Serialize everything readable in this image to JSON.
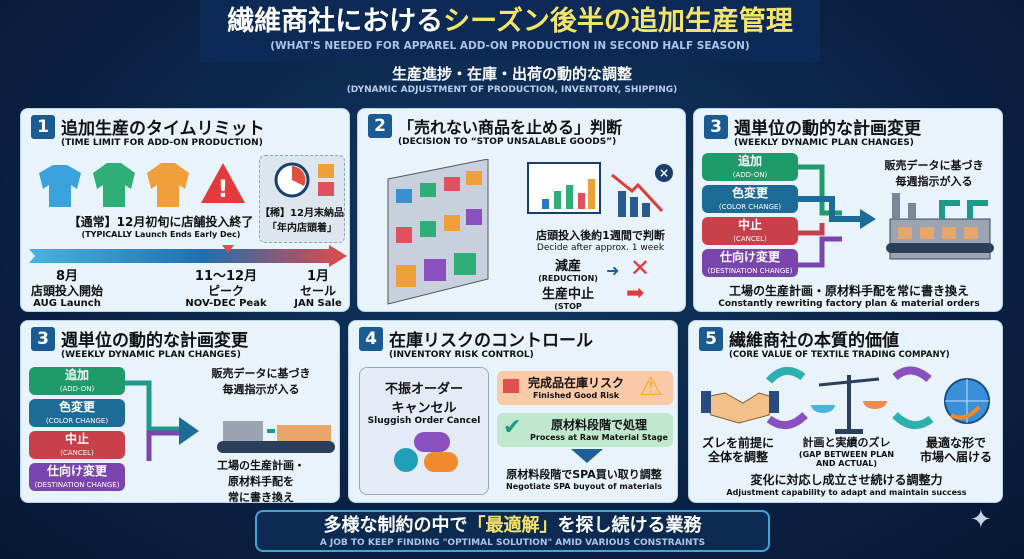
{
  "header": {
    "title_white": "繊維商社における",
    "title_yellow": "シーズン後半の追加生産管理",
    "title_en": "(WHAT'S NEEDED FOR APPAREL ADD-ON PRODUCTION IN SECOND HALF SEASON)",
    "subtitle": "生産進捗・在庫・出荷の動的な調整",
    "subtitle_en": "(DYNAMIC ADJUSTMENT OF PRODUCTION, INVENTORY, SHIPPING)"
  },
  "p1": {
    "num": "1",
    "title": "追加生産のタイムリミット",
    "title_en": "(TIME LIMIT FOR ADD-ON PRODUCTION)",
    "normal": "【通常】12月初旬に店舗投入終了",
    "normal_en": "(TYPICALLY Launch Ends Early Dec)",
    "special1": "【稀】12月末納品",
    "special2": "「年内店頭着」",
    "timeline": [
      {
        "a": "8月",
        "b": "店頭投入開始",
        "c": "AUG Launch"
      },
      {
        "a": "11〜12月",
        "b": "ピーク",
        "c": "NOV-DEC Peak"
      },
      {
        "a": "1月",
        "b": "セール",
        "c": "JAN Sale"
      }
    ]
  },
  "p2": {
    "num": "2",
    "title": "「売れない商品を止める」判断",
    "title_en": "(DECISION TO “STOP UNSALABLE GOODS”)",
    "decide": "店頭投入後約1週間で判断",
    "decide_en": "Decide after approx. 1 week",
    "reduction": "減産",
    "reduction_en": "(REDUCTION)",
    "stop": "生産中止",
    "stop_en": "(STOP PRODUCTION)"
  },
  "p3": {
    "num": "3",
    "title": "週単位の動的な計画変更",
    "title_en": "(WEEKLY DYNAMIC PLAN CHANGES)",
    "tags": [
      {
        "jp": "追加",
        "en": "(ADD-ON)",
        "color": "#1f9a6a"
      },
      {
        "jp": "色変更",
        "en": "(COLOR CHANGE)",
        "color": "#1d6b97"
      },
      {
        "jp": "中止",
        "en": "(CANCEL)",
        "color": "#c8404a"
      },
      {
        "jp": "仕向け変更",
        "en": "(DESTINATION CHANGE)",
        "color": "#7b45b0"
      }
    ],
    "note1": "販売データに基づき",
    "note2": "毎週指示が入る",
    "bottom": "工場の生産計画・原材料手配を常に書き換え",
    "bottom_en": "Constantly rewriting factory plan & material orders"
  },
  "p3b": {
    "num": "3",
    "title": "週単位の動的な計画変更",
    "title_en": "(WEEKLY DYNAMIC PLAN CHANGES)",
    "note1": "販売データに基づき",
    "note2": "毎週指示が入る",
    "bottom1": "工場の生産計画・",
    "bottom2": "原材料手配を",
    "bottom3": "常に書き換え"
  },
  "p4": {
    "num": "4",
    "title": "在庫リスクのコントロール",
    "title_en": "(INVENTORY RISK CONTROL)",
    "left1": "不振オーダー",
    "left2": "キャンセル",
    "left_en": "Sluggish Order Cancel",
    "risk": "完成品在庫リスク",
    "risk_en": "Finished Good Risk",
    "process": "原材料段階で処理",
    "process_en": "Process at Raw Material Stage",
    "spa": "原材料段階でSPA買い取り調整",
    "spa_en": "Negotiate SPA buyout of materials"
  },
  "p5": {
    "num": "5",
    "title": "繊維商社の本質的価値",
    "title_en": "(CORE VALUE OF TEXTILE TRADING COMPANY)",
    "left1": "ズレを前提に",
    "left2": "全体を調整",
    "mid": "計画と実績のズレ",
    "mid_en1": "(GAP BETWEEN PLAN",
    "mid_en2": "AND ACTUAL)",
    "right1": "最適な形で",
    "right2": "市場へ届ける",
    "bottom": "変化に対応し成立させ続ける調整力",
    "bottom_en": "Adjustment capability to adapt and maintain success"
  },
  "footer": {
    "pre": "多様な制約の中で",
    "hl": "「最適解」",
    "post": "を探し続ける業務",
    "en": "A JOB TO KEEP FINDING \"OPTIMAL SOLUTION\" AMID VARIOUS CONSTRAINTS"
  }
}
